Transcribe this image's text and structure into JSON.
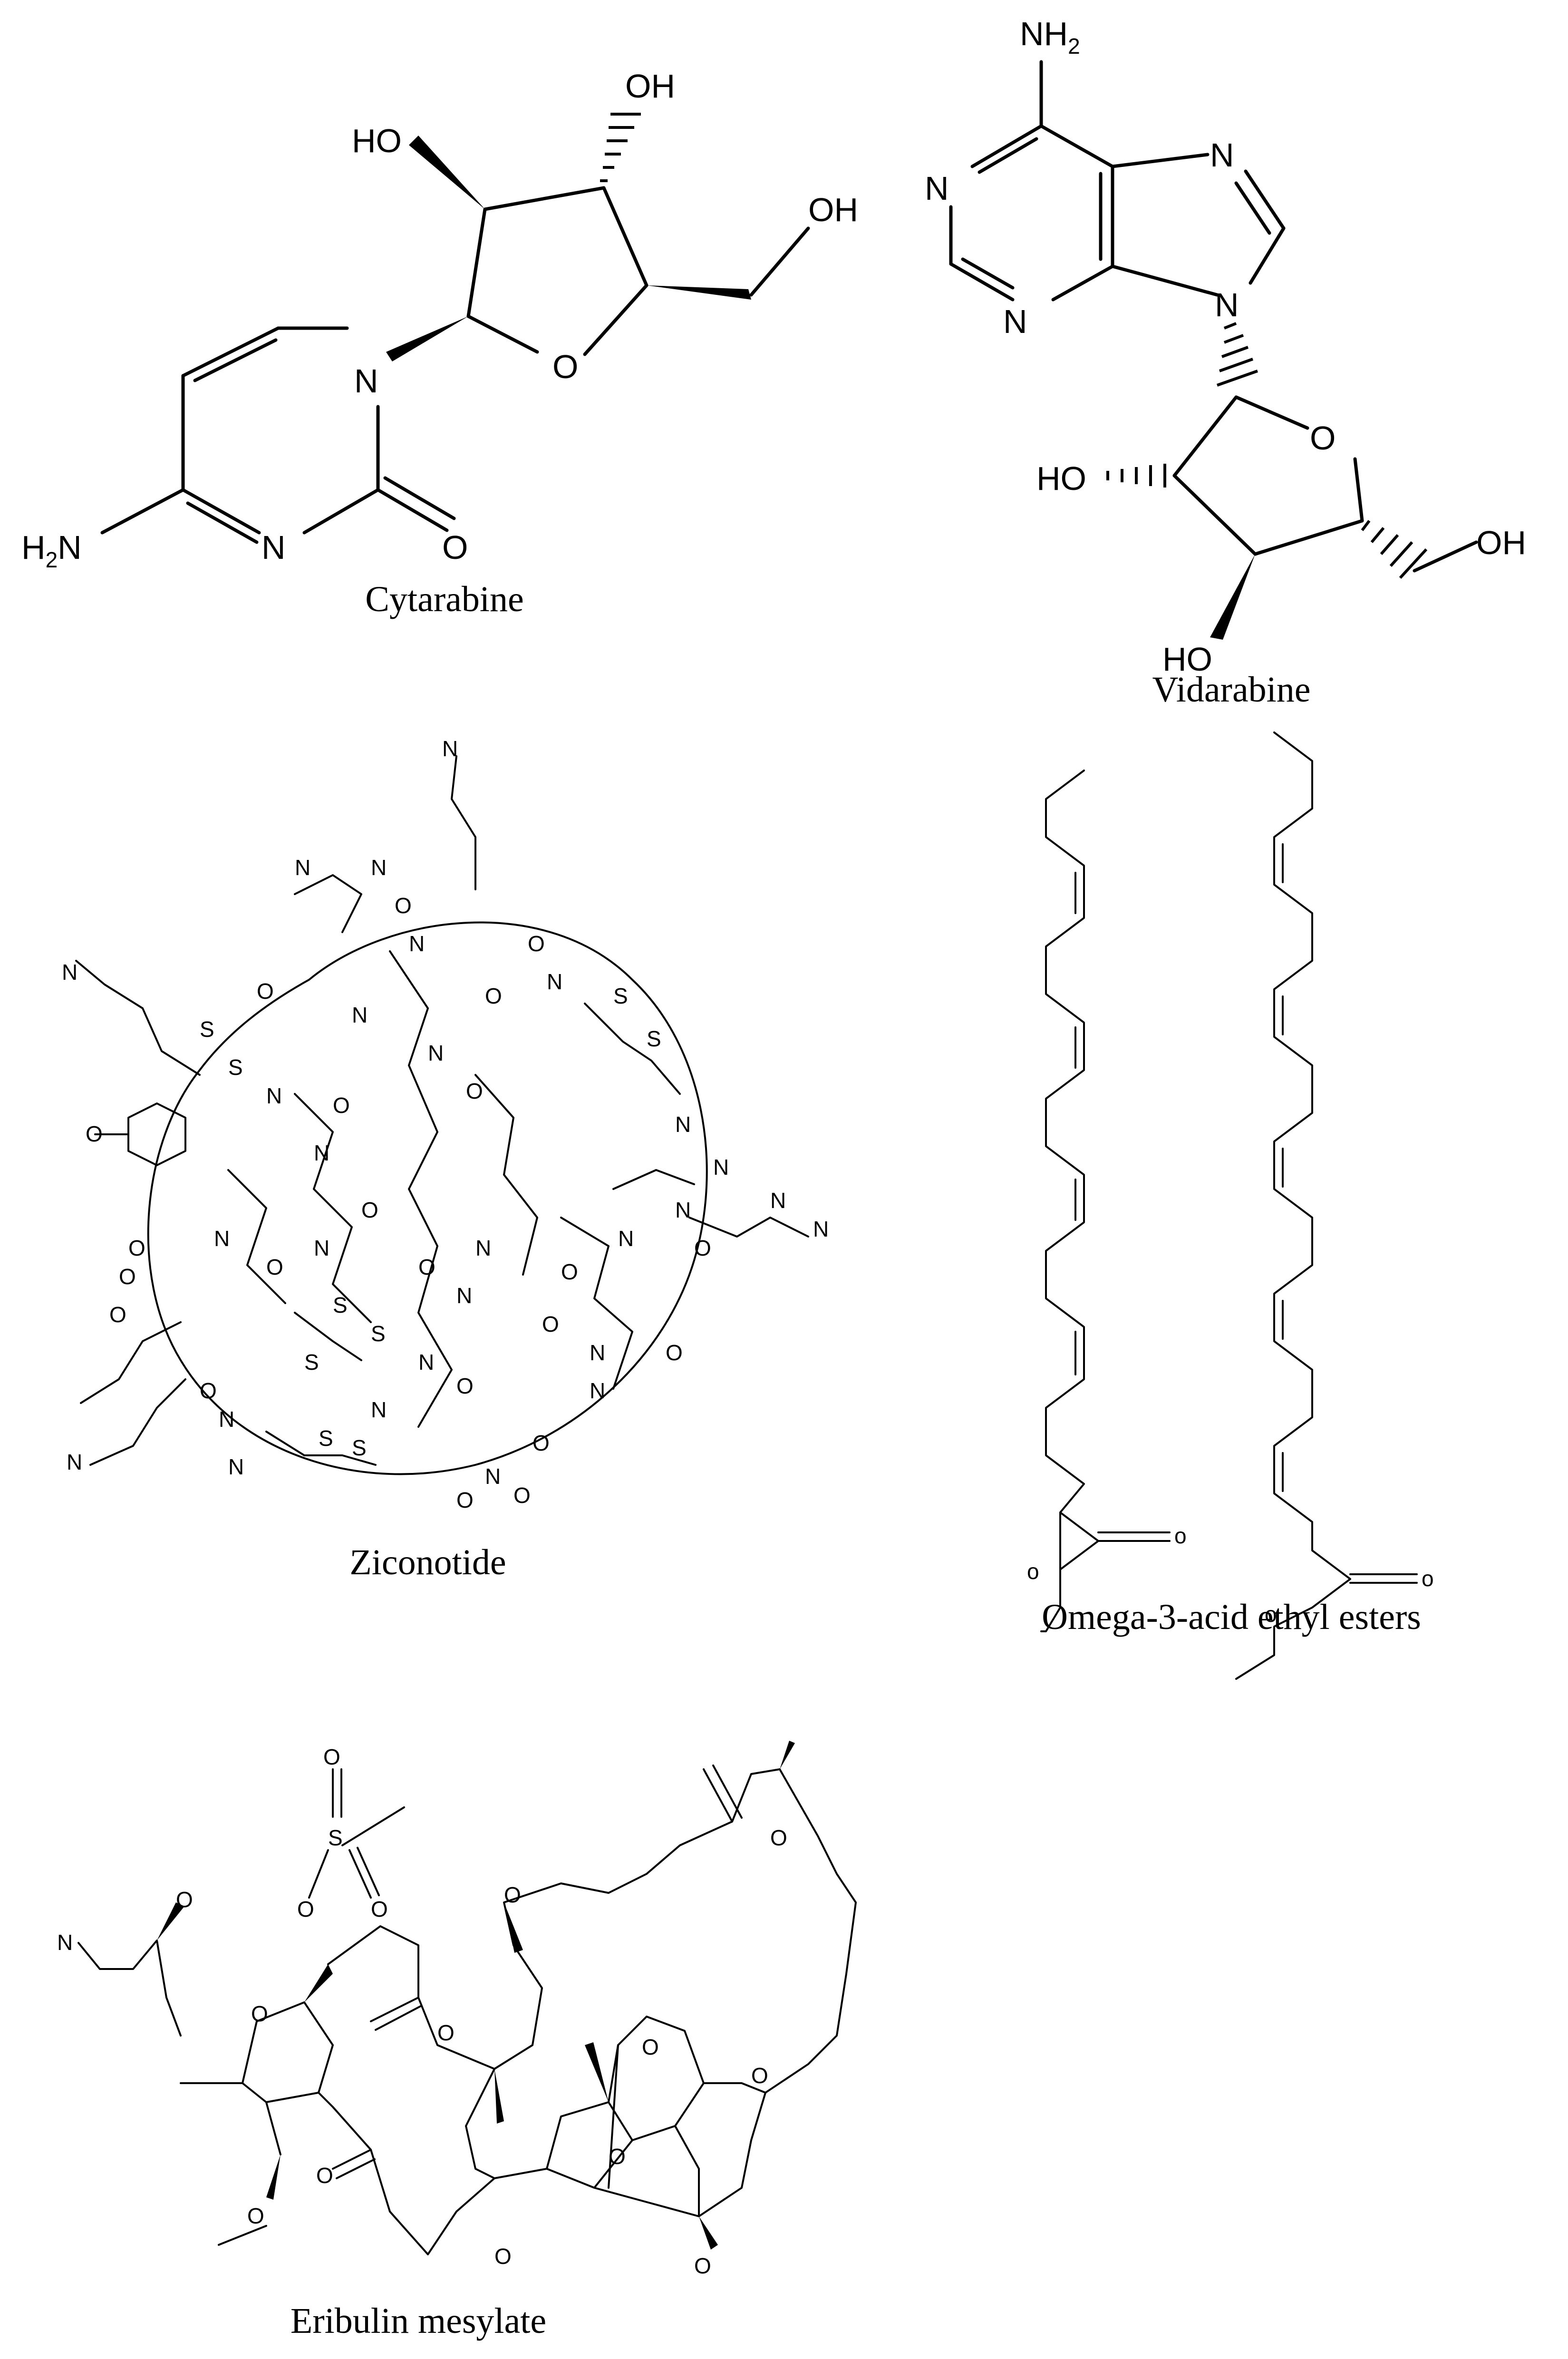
{
  "figure": {
    "molecules": [
      {
        "id": "cytarabine",
        "caption": "Cytarabine",
        "atoms": {
          "oh1": "OH",
          "oh2": "HO",
          "oh3": "OH",
          "n1": "N",
          "o_ring": "O",
          "n3": "N",
          "o_carbonyl": "O",
          "nh2_main": "H",
          "nh2_n": "N",
          "nh2_sub": "2"
        }
      },
      {
        "id": "vidarabine",
        "caption": "Vidarabine",
        "atoms": {
          "nh2_n": "NH",
          "nh2_sub": "2",
          "n1": "N",
          "n3": "N",
          "n7": "N",
          "n9": "N",
          "o_ring": "O",
          "oh_left": "HO",
          "oh_right": "OH",
          "oh_bottom": "HO"
        }
      },
      {
        "id": "ziconotide",
        "caption": "Ziconotide"
      },
      {
        "id": "omega3",
        "caption": "Omega-3-acid ethyl esters"
      },
      {
        "id": "eribulin",
        "caption": "Eribulin mesylate"
      }
    ]
  }
}
